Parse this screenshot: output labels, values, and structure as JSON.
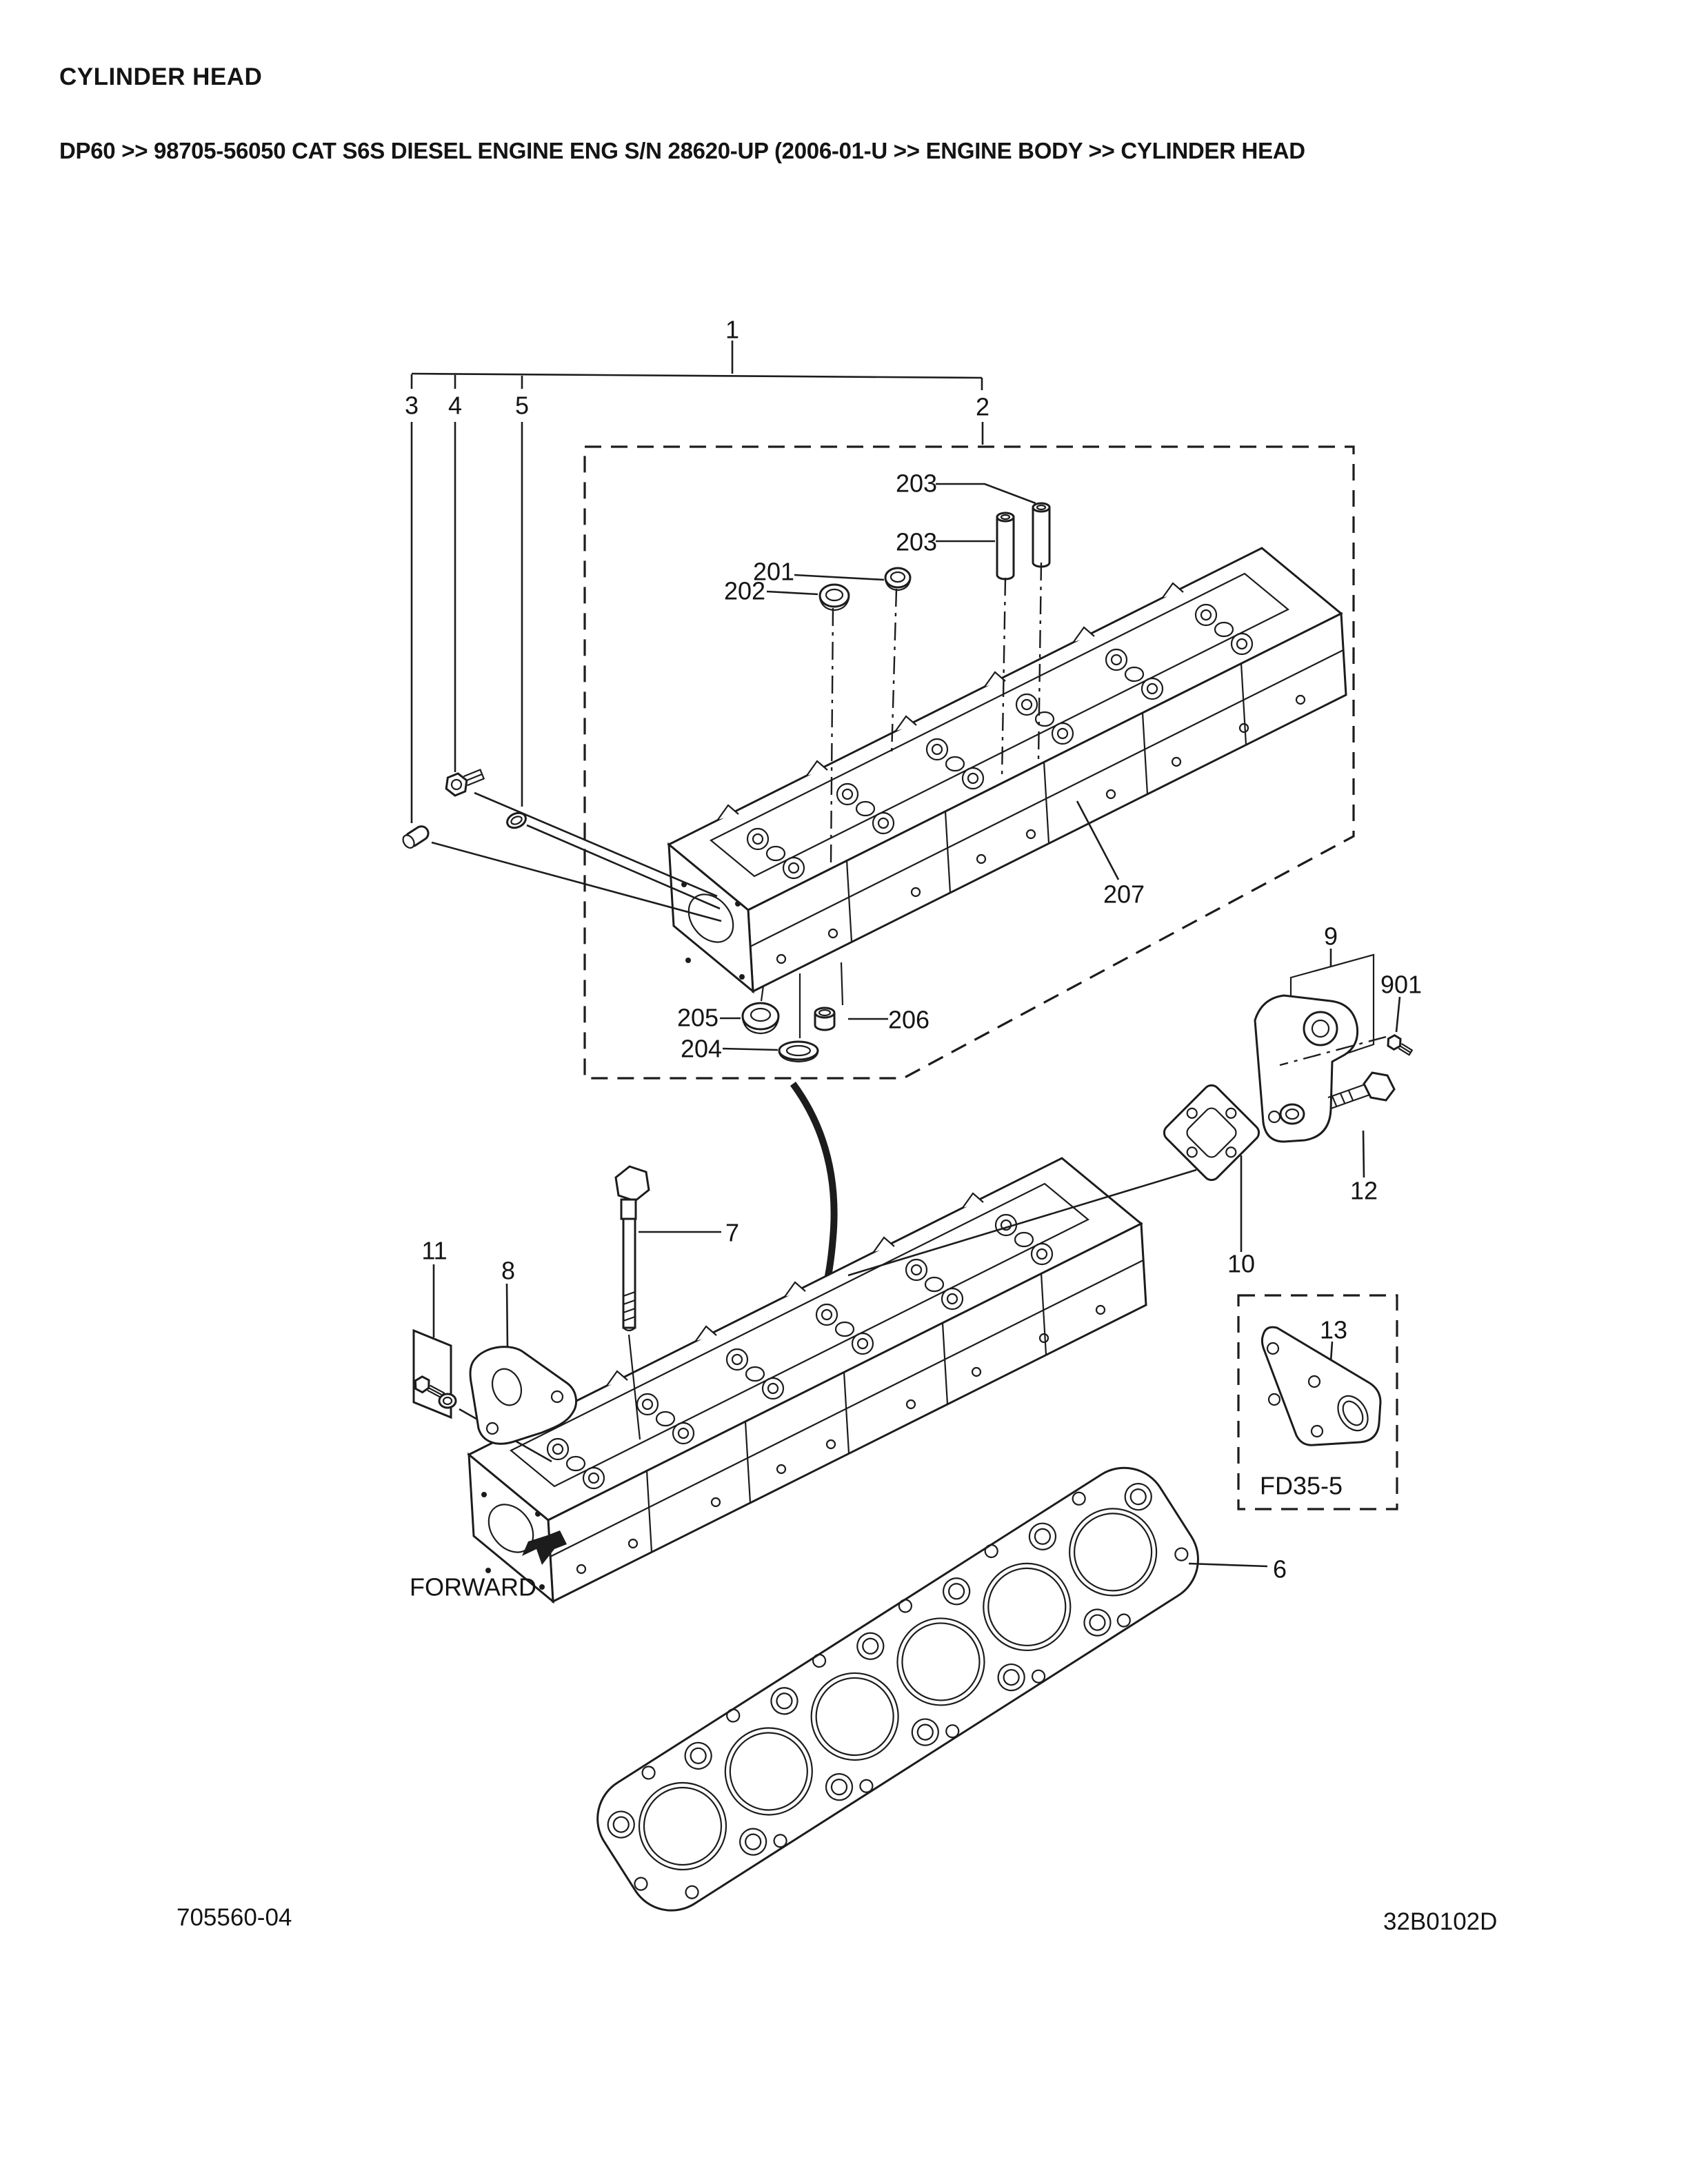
{
  "header": {
    "title": "CYLINDER HEAD",
    "breadcrumb": "DP60 >> 98705-56050 CAT S6S DIESEL ENGINE ENG S/N 28620-UP (2006-01-U >> ENGINE BODY >> CYLINDER HEAD"
  },
  "footer": {
    "doc_number": "705560-04",
    "figure_code": "32B0102D"
  },
  "diagram": {
    "forward_label": "FORWARD",
    "frame_label": "FD35-5",
    "callouts": {
      "c1": "1",
      "c2": "2",
      "c3": "3",
      "c4": "4",
      "c5": "5",
      "c6": "6",
      "c7": "7",
      "c8": "8",
      "c9": "9",
      "c10": "10",
      "c11": "11",
      "c12": "12",
      "c13": "13",
      "c201": "201",
      "c202": "202",
      "c203a": "203",
      "c203b": "203",
      "c204": "204",
      "c205": "205",
      "c206": "206",
      "c207": "207",
      "c901": "901"
    }
  }
}
